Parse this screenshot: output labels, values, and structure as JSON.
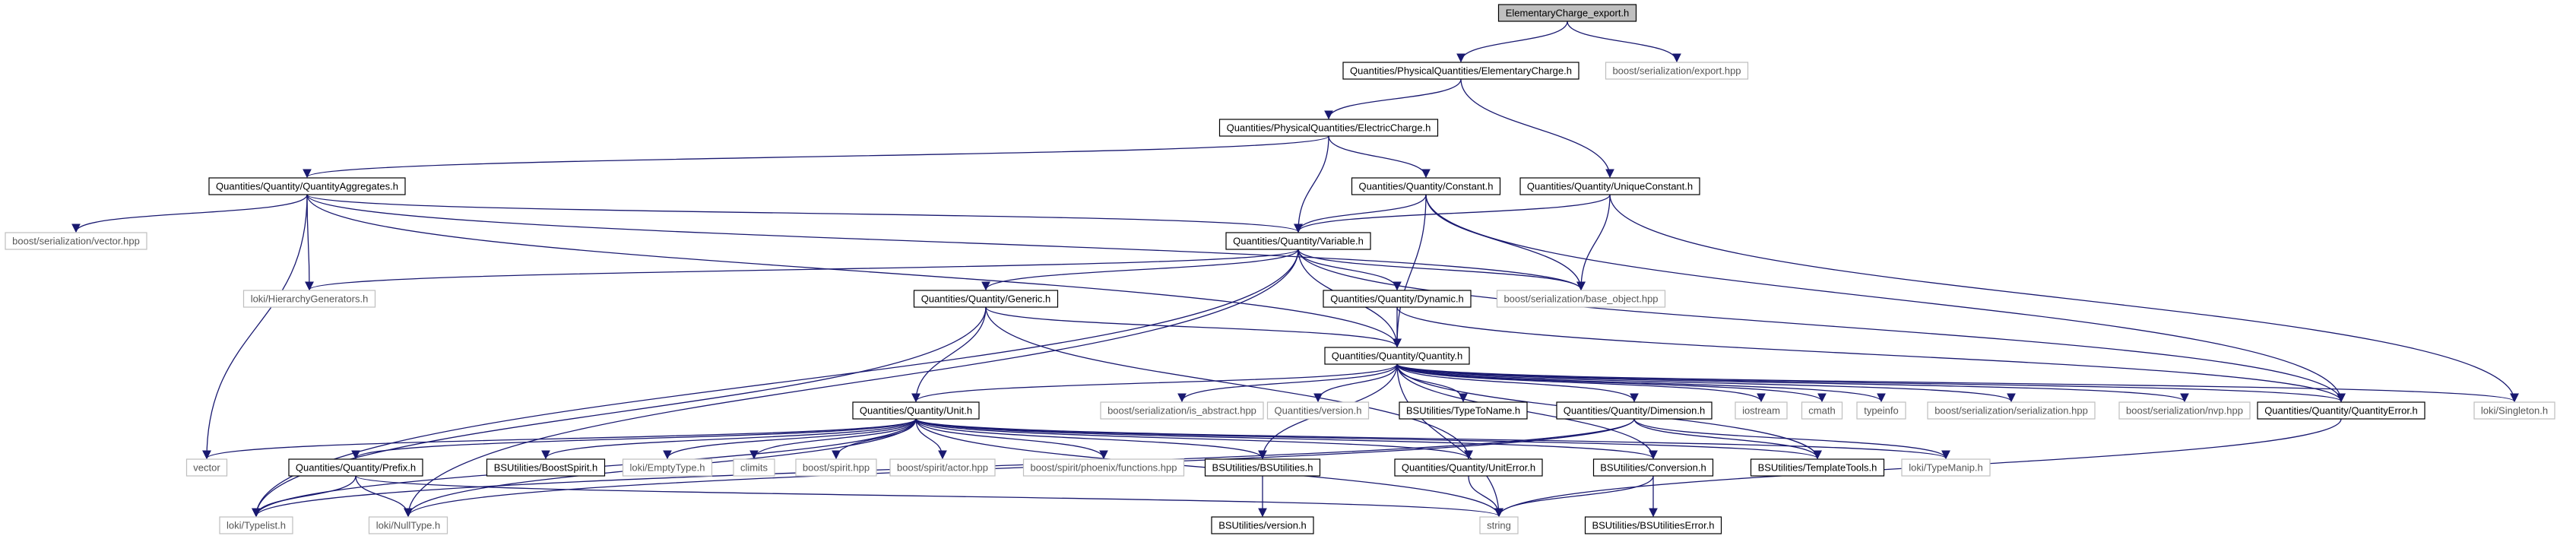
{
  "colors": {
    "edge": "#191970",
    "root_fill": "#bfbfbf",
    "root_border": "#000000",
    "internal_fill": "#ffffff",
    "internal_border": "#000000",
    "external_border": "#bfbfbf",
    "external_text": "#555555"
  },
  "nodes": [
    {
      "id": "root",
      "label": "ElementaryCharge_export.h",
      "kind": "root"
    },
    {
      "id": "elemcharge",
      "label": "Quantities/PhysicalQuantities/ElementaryCharge.h",
      "kind": "internal"
    },
    {
      "id": "boost_export",
      "label": "boost/serialization/export.hpp",
      "kind": "external"
    },
    {
      "id": "elecharge",
      "label": "Quantities/PhysicalQuantities/ElectricCharge.h",
      "kind": "internal"
    },
    {
      "id": "aggregates",
      "label": "Quantities/Quantity/QuantityAggregates.h",
      "kind": "internal"
    },
    {
      "id": "constant",
      "label": "Quantities/Quantity/Constant.h",
      "kind": "internal"
    },
    {
      "id": "uniqueconst",
      "label": "Quantities/Quantity/UniqueConstant.h",
      "kind": "internal"
    },
    {
      "id": "boost_vector",
      "label": "boost/serialization/vector.hpp",
      "kind": "external"
    },
    {
      "id": "variable",
      "label": "Quantities/Quantity/Variable.h",
      "kind": "internal"
    },
    {
      "id": "hiergen",
      "label": "loki/HierarchyGenerators.h",
      "kind": "external"
    },
    {
      "id": "generic",
      "label": "Quantities/Quantity/Generic.h",
      "kind": "internal"
    },
    {
      "id": "dynamic",
      "label": "Quantities/Quantity/Dynamic.h",
      "kind": "internal"
    },
    {
      "id": "base_object",
      "label": "boost/serialization/base_object.hpp",
      "kind": "external"
    },
    {
      "id": "quantity",
      "label": "Quantities/Quantity/Quantity.h",
      "kind": "internal"
    },
    {
      "id": "unit",
      "label": "Quantities/Quantity/Unit.h",
      "kind": "internal"
    },
    {
      "id": "is_abstract",
      "label": "boost/serialization/is_abstract.hpp",
      "kind": "external"
    },
    {
      "id": "qversion",
      "label": "Quantities/version.h",
      "kind": "external"
    },
    {
      "id": "typetoname",
      "label": "BSUtilities/TypeToName.h",
      "kind": "internal"
    },
    {
      "id": "dimension",
      "label": "Quantities/Quantity/Dimension.h",
      "kind": "internal"
    },
    {
      "id": "iostream",
      "label": "iostream",
      "kind": "external"
    },
    {
      "id": "cmath",
      "label": "cmath",
      "kind": "external"
    },
    {
      "id": "typeinfo",
      "label": "typeinfo",
      "kind": "external"
    },
    {
      "id": "serialization",
      "label": "boost/serialization/serialization.hpp",
      "kind": "external"
    },
    {
      "id": "nvp",
      "label": "boost/serialization/nvp.hpp",
      "kind": "external"
    },
    {
      "id": "qerror",
      "label": "Quantities/Quantity/QuantityError.h",
      "kind": "internal"
    },
    {
      "id": "singleton",
      "label": "loki/Singleton.h",
      "kind": "external"
    },
    {
      "id": "vector",
      "label": "vector",
      "kind": "external"
    },
    {
      "id": "prefix",
      "label": "Quantities/Quantity/Prefix.h",
      "kind": "internal"
    },
    {
      "id": "boostspirit",
      "label": "BSUtilities/BoostSpirit.h",
      "kind": "internal"
    },
    {
      "id": "emptytype",
      "label": "loki/EmptyType.h",
      "kind": "external"
    },
    {
      "id": "climits",
      "label": "climits",
      "kind": "external"
    },
    {
      "id": "spirit",
      "label": "boost/spirit.hpp",
      "kind": "external"
    },
    {
      "id": "spirit_actor",
      "label": "boost/spirit/actor.hpp",
      "kind": "external"
    },
    {
      "id": "phoenix",
      "label": "boost/spirit/phoenix/functions.hpp",
      "kind": "external"
    },
    {
      "id": "bsutilities",
      "label": "BSUtilities/BSUtilities.h",
      "kind": "internal"
    },
    {
      "id": "uniterror",
      "label": "Quantities/Quantity/UnitError.h",
      "kind": "internal"
    },
    {
      "id": "conversion",
      "label": "BSUtilities/Conversion.h",
      "kind": "internal"
    },
    {
      "id": "templatetools",
      "label": "BSUtilities/TemplateTools.h",
      "kind": "internal"
    },
    {
      "id": "typemanip",
      "label": "loki/TypeManip.h",
      "kind": "external"
    },
    {
      "id": "typelist",
      "label": "loki/Typelist.h",
      "kind": "external"
    },
    {
      "id": "nulltype",
      "label": "loki/NullType.h",
      "kind": "external"
    },
    {
      "id": "bsversion",
      "label": "BSUtilities/version.h",
      "kind": "internal"
    },
    {
      "id": "string",
      "label": "string",
      "kind": "external"
    },
    {
      "id": "bserror",
      "label": "BSUtilities/BSUtilitiesError.h",
      "kind": "internal"
    }
  ],
  "edges": [
    [
      "root",
      "elemcharge"
    ],
    [
      "root",
      "boost_export"
    ],
    [
      "elemcharge",
      "elecharge"
    ],
    [
      "elemcharge",
      "uniqueconst"
    ],
    [
      "elecharge",
      "aggregates"
    ],
    [
      "elecharge",
      "constant"
    ],
    [
      "elecharge",
      "variable"
    ],
    [
      "aggregates",
      "boost_vector"
    ],
    [
      "aggregates",
      "variable"
    ],
    [
      "aggregates",
      "hiergen"
    ],
    [
      "aggregates",
      "vector"
    ],
    [
      "aggregates",
      "quantity"
    ],
    [
      "aggregates",
      "base_object"
    ],
    [
      "constant",
      "variable"
    ],
    [
      "constant",
      "base_object"
    ],
    [
      "constant",
      "quantity"
    ],
    [
      "constant",
      "qerror"
    ],
    [
      "uniqueconst",
      "variable"
    ],
    [
      "uniqueconst",
      "base_object"
    ],
    [
      "uniqueconst",
      "singleton"
    ],
    [
      "variable",
      "hiergen"
    ],
    [
      "variable",
      "generic"
    ],
    [
      "variable",
      "dynamic"
    ],
    [
      "variable",
      "base_object"
    ],
    [
      "variable",
      "quantity"
    ],
    [
      "variable",
      "qerror"
    ],
    [
      "variable",
      "typelist"
    ],
    [
      "variable",
      "nulltype"
    ],
    [
      "generic",
      "quantity"
    ],
    [
      "generic",
      "unit"
    ],
    [
      "generic",
      "typelist"
    ],
    [
      "generic",
      "uniterror"
    ],
    [
      "dynamic",
      "quantity"
    ],
    [
      "dynamic",
      "qerror"
    ],
    [
      "quantity",
      "unit"
    ],
    [
      "quantity",
      "is_abstract"
    ],
    [
      "quantity",
      "qversion"
    ],
    [
      "quantity",
      "typetoname"
    ],
    [
      "quantity",
      "dimension"
    ],
    [
      "quantity",
      "iostream"
    ],
    [
      "quantity",
      "cmath"
    ],
    [
      "quantity",
      "typeinfo"
    ],
    [
      "quantity",
      "serialization"
    ],
    [
      "quantity",
      "nvp"
    ],
    [
      "quantity",
      "qerror"
    ],
    [
      "quantity",
      "singleton"
    ],
    [
      "quantity",
      "bsutilities"
    ],
    [
      "quantity",
      "conversion"
    ],
    [
      "quantity",
      "templatetools"
    ],
    [
      "quantity",
      "string"
    ],
    [
      "unit",
      "vector"
    ],
    [
      "unit",
      "prefix"
    ],
    [
      "unit",
      "boostspirit"
    ],
    [
      "unit",
      "emptytype"
    ],
    [
      "unit",
      "climits"
    ],
    [
      "unit",
      "spirit"
    ],
    [
      "unit",
      "spirit_actor"
    ],
    [
      "unit",
      "phoenix"
    ],
    [
      "unit",
      "bsutilities"
    ],
    [
      "unit",
      "uniterror"
    ],
    [
      "unit",
      "conversion"
    ],
    [
      "unit",
      "templatetools"
    ],
    [
      "unit",
      "typemanip"
    ],
    [
      "unit",
      "typelist"
    ],
    [
      "unit",
      "nulltype"
    ],
    [
      "unit",
      "string"
    ],
    [
      "dimension",
      "templatetools"
    ],
    [
      "dimension",
      "typemanip"
    ],
    [
      "dimension",
      "typelist"
    ],
    [
      "dimension",
      "nulltype"
    ],
    [
      "qerror",
      "string"
    ],
    [
      "prefix",
      "typelist"
    ],
    [
      "prefix",
      "nulltype"
    ],
    [
      "prefix",
      "string"
    ],
    [
      "bsutilities",
      "bsversion"
    ],
    [
      "uniterror",
      "string"
    ],
    [
      "conversion",
      "bserror"
    ],
    [
      "conversion",
      "string"
    ]
  ]
}
